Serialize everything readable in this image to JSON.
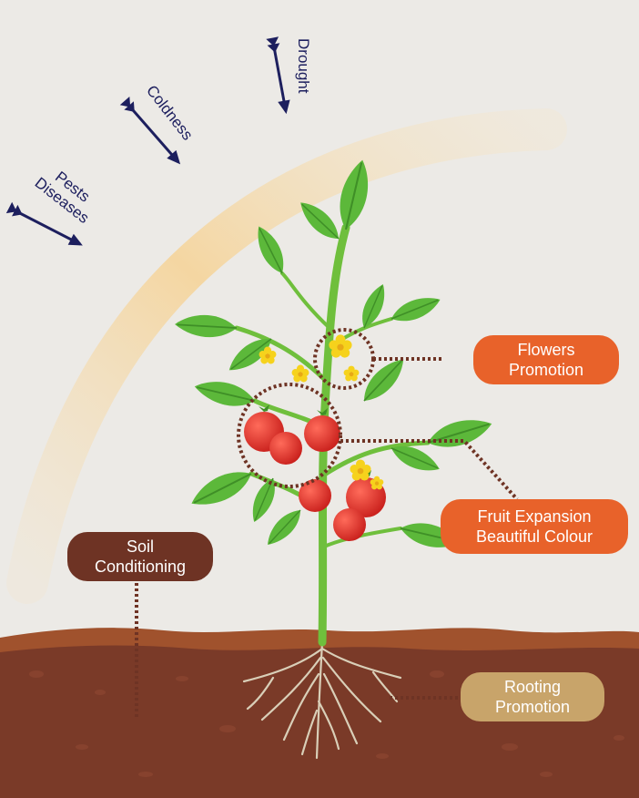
{
  "stresses": [
    {
      "lines": [
        "Drought"
      ]
    },
    {
      "lines": [
        "Coldness"
      ]
    },
    {
      "lines": [
        "Pests",
        "Diseases"
      ]
    }
  ],
  "benefits": {
    "flowers": {
      "lines": [
        "Flowers",
        "Promotion"
      ],
      "color": "#e8622a"
    },
    "fruit": {
      "lines": [
        "Fruit Expansion",
        "Beautiful Colour"
      ],
      "color": "#e8622a"
    },
    "soil": {
      "lines": [
        "Soil",
        "Conditioning"
      ],
      "color": "#6e3324"
    },
    "rooting": {
      "lines": [
        "Rooting",
        "Promotion"
      ],
      "color": "#c8a46a"
    }
  },
  "colors": {
    "sky": "#eceae6",
    "soil_top": "#a0522d",
    "soil": "#7a3a28",
    "stem": "#6fbf3c",
    "leaf": "#5cb83a",
    "leaf_light": "#8fd45a",
    "tomato": "#e0302a",
    "flower": "#f6d21c",
    "arrow": "#1d1f5e",
    "root": "#d9cfb8"
  }
}
